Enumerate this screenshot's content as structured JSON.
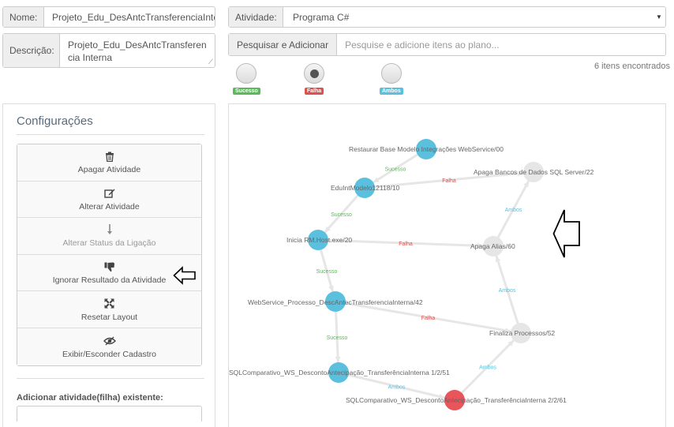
{
  "form": {
    "nome_label": "Nome:",
    "nome_value": "Projeto_Edu_DesAntcTransferenciaInter",
    "descricao_label": "Descrição:",
    "descricao_value": "Projeto_Edu_DesAntcTransferencia Interna",
    "atividade_label": "Atividade:",
    "atividade_value": "Programa C#",
    "pesquisar_button": "Pesquisar e Adicionar",
    "pesquisar_placeholder": "Pesquise e adicione itens ao plano...",
    "found_text": "6 itens encontrados"
  },
  "legend": [
    {
      "label": "Sucesso",
      "color": "#5cb85c",
      "selected": false
    },
    {
      "label": "Falha",
      "color": "#d9534f",
      "selected": true
    },
    {
      "label": "Ambos",
      "color": "#5bc0de",
      "selected": false
    }
  ],
  "config": {
    "title": "Configurações",
    "actions": [
      {
        "label": "Apagar Atividade",
        "icon": "trash-icon",
        "disabled": false
      },
      {
        "label": "Alterar Atividade",
        "icon": "edit-icon",
        "disabled": false
      },
      {
        "label": "Alterar Status da Ligação",
        "icon": "arrow-down-icon",
        "disabled": true
      },
      {
        "label": "Ignorar Resultado da Atividade",
        "icon": "thumbs-down-icon",
        "disabled": false
      },
      {
        "label": "Resetar Layout",
        "icon": "fullscreen-icon",
        "disabled": false
      },
      {
        "label": "Exibir/Esconder Cadastro",
        "icon": "eye-slash-icon",
        "disabled": false
      }
    ],
    "add_label": "Adicionar atividade(filha) existente:"
  },
  "colors": {
    "node_blue": "#5bc0de",
    "node_gray": "#e6e6e6",
    "node_red": "#e8555a",
    "edge": "#e6e6e6",
    "sucesso": "#5cb85c",
    "falha": "#d9534f",
    "ambos": "#5bc0de"
  },
  "graph": {
    "nodes": [
      {
        "id": "n1",
        "label": "Restaurar Base Modelo Integrações WebService/00",
        "color": "blue"
      },
      {
        "id": "n2",
        "label": "EduIntModelo12118/10",
        "color": "blue"
      },
      {
        "id": "n3",
        "label": "Apaga Bancos de Dados SQL Server/22",
        "color": "gray"
      },
      {
        "id": "n4",
        "label": "Inicia RM.Host.exe/20",
        "color": "blue"
      },
      {
        "id": "n5",
        "label": "Apaga Alias/60",
        "color": "gray"
      },
      {
        "id": "n6",
        "label": "WebService_Processo_DescAntecTransferenciaInterna/42",
        "color": "blue"
      },
      {
        "id": "n7",
        "label": "Finaliza Processos/52",
        "color": "gray"
      },
      {
        "id": "n8",
        "label": "SQLComparativo_WS_DescontoAntecipação_TransferênciaInterna 1/2/51",
        "color": "blue"
      },
      {
        "id": "n9",
        "label": "SQLComparativo_WS_DescontoAntecipação_TransferênciaInterna 2/2/61",
        "color": "red"
      }
    ],
    "edges": [
      {
        "from": "n1",
        "to": "n2",
        "label": "Sucesso",
        "type": "sucesso"
      },
      {
        "from": "n2",
        "to": "n3",
        "label": "Falha",
        "type": "falha"
      },
      {
        "from": "n2",
        "to": "n4",
        "label": "Sucesso",
        "type": "sucesso"
      },
      {
        "from": "n4",
        "to": "n5",
        "label": "Falha",
        "type": "falha"
      },
      {
        "from": "n5",
        "to": "n3",
        "label": "Ambos",
        "type": "ambos"
      },
      {
        "from": "n4",
        "to": "n6",
        "label": "Sucesso",
        "type": "sucesso"
      },
      {
        "from": "n6",
        "to": "n7",
        "label": "Falha",
        "type": "falha"
      },
      {
        "from": "n7",
        "to": "n5",
        "label": "Ambos",
        "type": "ambos"
      },
      {
        "from": "n6",
        "to": "n8",
        "label": "Sucesso",
        "type": "sucesso"
      },
      {
        "from": "n8",
        "to": "n9",
        "label": "Ambos",
        "type": "ambos"
      },
      {
        "from": "n9",
        "to": "n7",
        "label": "Ambos",
        "type": "ambos"
      }
    ]
  }
}
